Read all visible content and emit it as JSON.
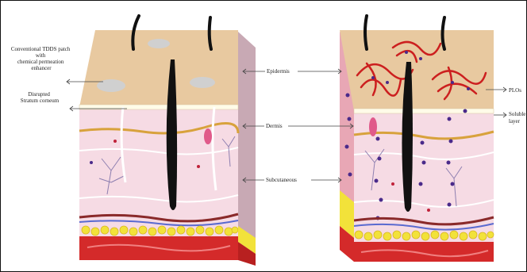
{
  "figure": {
    "labels": {
      "tdds_patch": [
        "Conventional TDDS patch",
        "with",
        "chemical permeation",
        "enhancer"
      ],
      "disrupted_sc": [
        "Disrupted",
        "Stratum corneum"
      ],
      "epidermis": "Epidermis",
      "dermis": "Dermis",
      "subcutaneous": "Subcutaneous",
      "plos": "PLOs",
      "soluble_layer": [
        "Soluble",
        "layer"
      ]
    },
    "colors": {
      "epidermis_top": "#e8c9a0",
      "dermis": "#f6dbe4",
      "fat": "#f2e23a",
      "blood": "#d42a2a",
      "hair": "#111111",
      "plo_fiber": "#cc1f1f",
      "particle": "#4a2a8a"
    }
  }
}
